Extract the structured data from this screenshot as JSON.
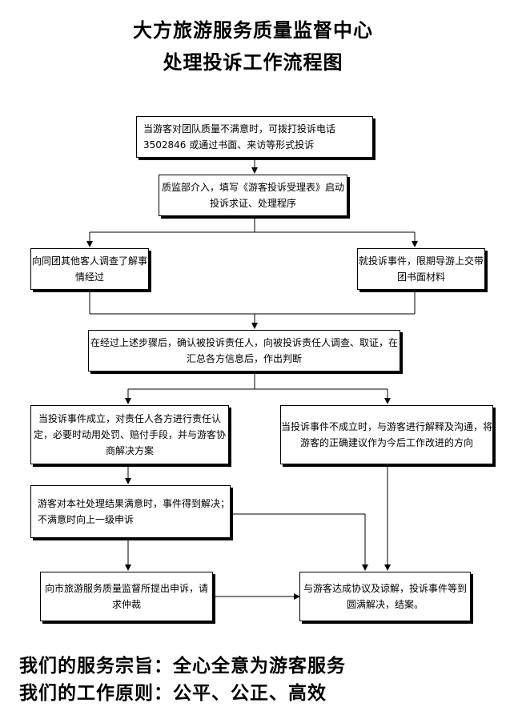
{
  "title": {
    "line1": "大方旅游服务质量监督中心",
    "line2": "处理投诉工作流程图"
  },
  "steps": {
    "s1": "当游客对团队质量不满意时，可拨打投诉电话 3502846 或通过书面、来访等形式投诉",
    "s2": "质监部介入，填写《游客投诉受理表》启动投诉求证、处理程序",
    "s3_left": "向同团其他客人调查了解事情经过",
    "s3_right": "就投诉事件，限期导游上交带团书面材料",
    "s4": "在经过上述步骤后，确认被投诉责任人，向被投诉责任人调查、取证，在汇总各方信息后，作出判断",
    "s5_left": "当投诉事件成立，对责任人各方进行责任认定，必要时动用处罚、赔付手段，并与游客协商解决方案",
    "s5_right": "当投诉事件不成立时，与游客进行解释及沟通，将游客的正确建议作为今后工作改进的方向",
    "s6": "游客对本社处理结果满意时，事件得到解决；不满意时向上一级申诉",
    "s7_left": "向市旅游服务质量监督所提出申诉，请求仲裁",
    "s7_right": "与游客达成协议及谅解，投诉事件等到圆满解决，结案。"
  },
  "footer": {
    "line1": "我们的服务宗旨：全心全意为游客服务",
    "line2": "我们的工作原则：公平、公正、高效"
  }
}
